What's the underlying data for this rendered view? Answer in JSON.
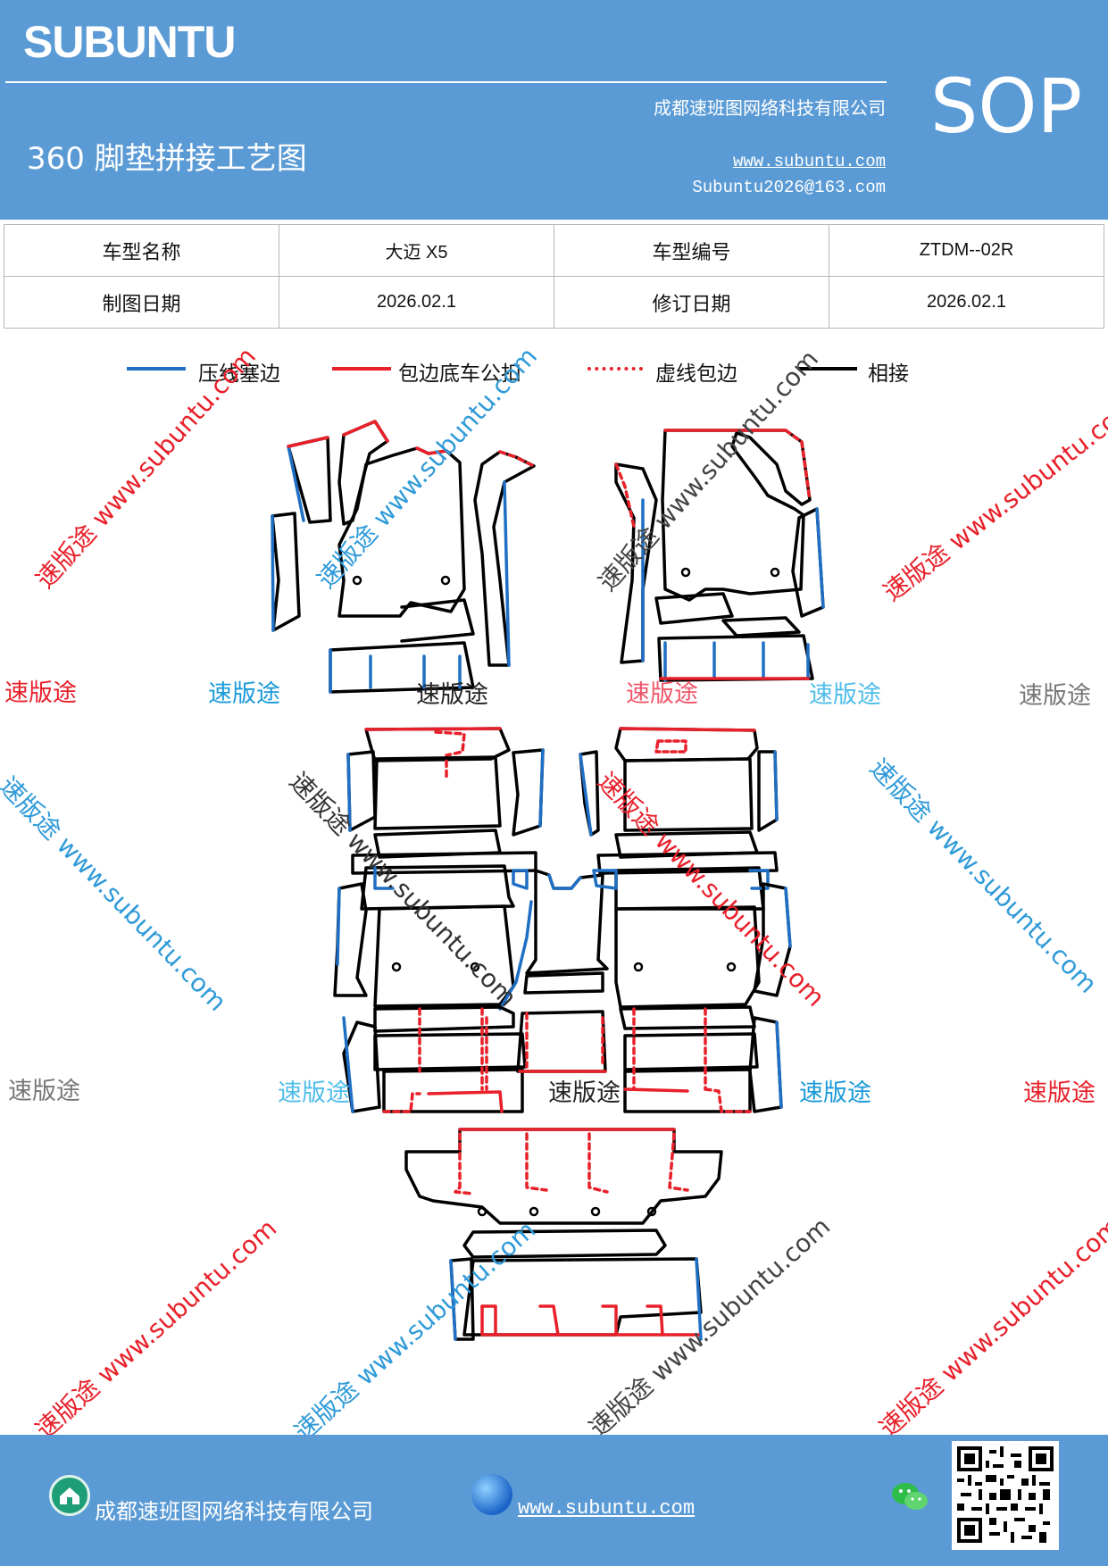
{
  "header": {
    "brand": "SUBUNTU",
    "company": "成都速班图网络科技有限公司",
    "title": "360 脚垫拼接工艺图",
    "website": "www.subuntu.com",
    "email": "Subuntu2026@163.com",
    "badge": "SOP"
  },
  "info_table": {
    "row1": {
      "label1": "车型名称",
      "value1": "大迈 X5",
      "label2": "车型编号",
      "value2": "ZTDM--02R"
    },
    "row2": {
      "label1": "制图日期",
      "value1": "2026.02.1",
      "label2": "修订日期",
      "value2": "2026.02.1"
    }
  },
  "legend": [
    {
      "label": "压线塞边",
      "style": "solid",
      "color": "#1f6fc4"
    },
    {
      "label": "包边底车公扣",
      "style": "solid",
      "color": "#e8202a"
    },
    {
      "label": "虚线包边",
      "style": "dotted",
      "color": "#e8202a"
    },
    {
      "label": "相接",
      "style": "solid",
      "color": "#000000"
    }
  ],
  "watermarks": {
    "brand_cn": "速版途",
    "diagonal": "速版途 www.subuntu.com",
    "diagonal_alt": "速版途 www.subuntu.com"
  },
  "footer": {
    "company": "成都速班图网络科技有限公司",
    "website": "www.subuntu.com",
    "icons": [
      "home-icon",
      "globe-icon",
      "wechat-icon",
      "qr-code"
    ]
  },
  "colors": {
    "header_bg": "#5b9bd5",
    "blue_line": "#1f6fc4",
    "red_line": "#e8202a",
    "black_line": "#000000"
  }
}
